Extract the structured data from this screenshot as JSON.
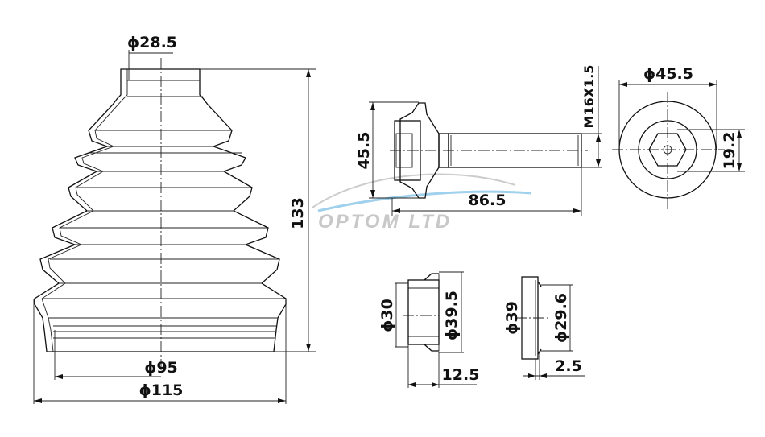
{
  "watermark": "OPTOM LTD",
  "boot": {
    "top_diameter": "ϕ28.5",
    "height": "133",
    "inner_diameter": "ϕ95",
    "outer_diameter": "ϕ115"
  },
  "bolt": {
    "head_diameter": "45.5",
    "length": "86.5",
    "thread": "M16X1.5"
  },
  "bolt_end_view": {
    "diameter": "ϕ45.5",
    "hex_size": "19.2"
  },
  "clamp_ring_1": {
    "inner_diameter": "ϕ30",
    "outer_diameter": "ϕ39.5",
    "width": "12.5"
  },
  "clamp_ring_2": {
    "outer_diameter": "ϕ39",
    "inner_diameter": "ϕ29.6",
    "width": "2.5"
  },
  "colors": {
    "line": "#111111",
    "watermark": "#c8c8c8",
    "swoosh": "#9fd0ec"
  }
}
